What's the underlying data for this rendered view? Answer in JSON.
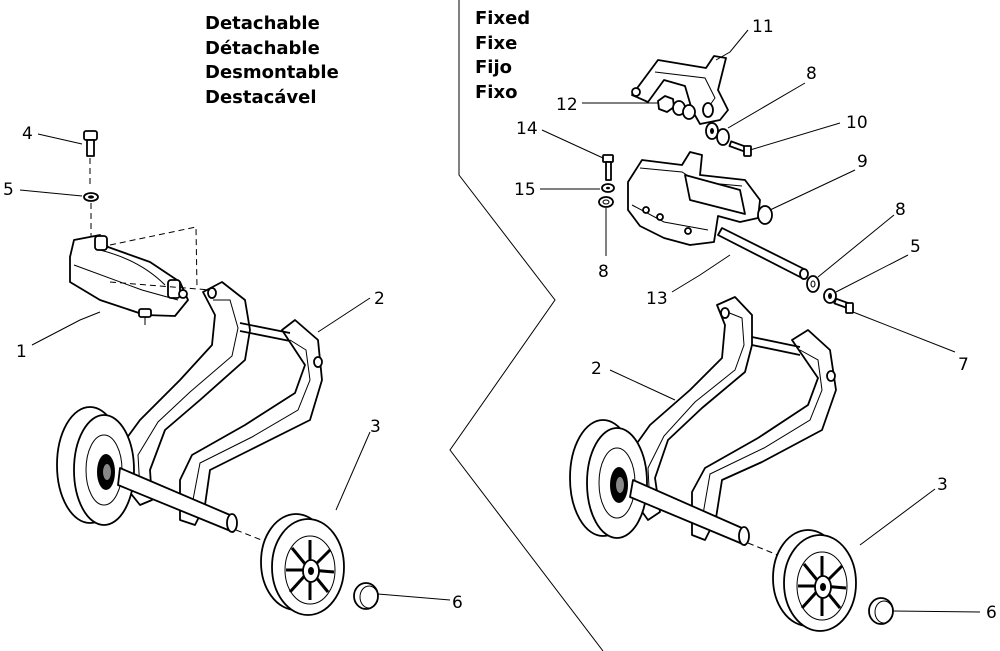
{
  "left_assembly": {
    "titles": [
      "Detachable",
      "Détachable",
      "Desmontable",
      "Destacável"
    ],
    "callouts": [
      "1",
      "2",
      "3",
      "4",
      "5",
      "6"
    ]
  },
  "right_assembly": {
    "titles": [
      "Fixed",
      "Fixe",
      "Fijo",
      "Fixo"
    ],
    "callouts": [
      "2",
      "3",
      "5",
      "6",
      "7",
      "8",
      "8",
      "8",
      "9",
      "10",
      "11",
      "12",
      "13",
      "14",
      "15"
    ]
  }
}
